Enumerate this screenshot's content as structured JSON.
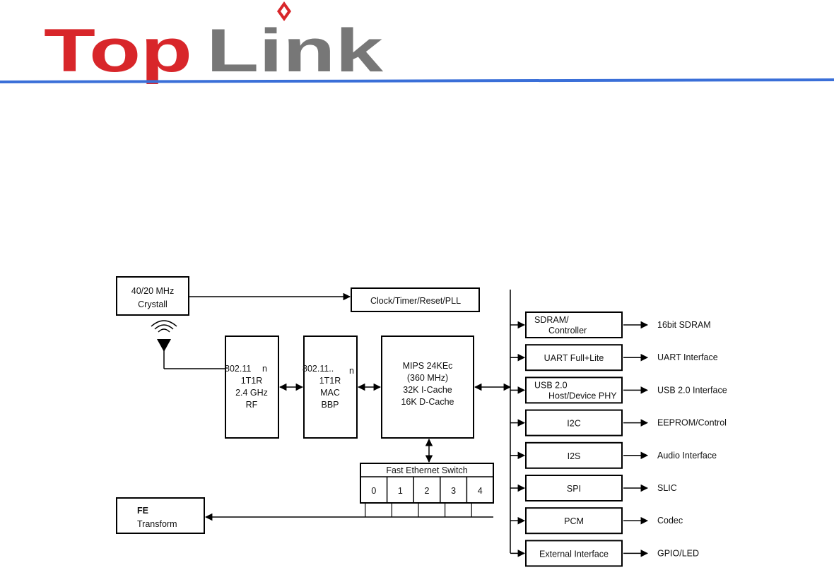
{
  "logo": {
    "word1": "Top",
    "word2": "Link",
    "color1": "#d8262a",
    "color2": "#777777",
    "rule_color": "#3a6fd8"
  },
  "blocks": {
    "crystal": [
      "40/20 MHz",
      "Crystall"
    ],
    "clock": "Clock/Timer/Reset/PLL",
    "rf": {
      "head": "802.11",
      "n": "n",
      "lines": [
        "1T1R",
        "2.4 GHz",
        "RF"
      ]
    },
    "mac": {
      "head": "802.11..",
      "n": "n",
      "lines": [
        "1T1R",
        "MAC",
        "BBP"
      ]
    },
    "cpu": [
      "MIPS 24KEc",
      "(360 MHz)",
      "32K I-Cache",
      "16K D-Cache"
    ],
    "switch": {
      "title": "Fast Ethernet Switch",
      "ports": [
        "0",
        "1",
        "2",
        "3",
        "4"
      ]
    },
    "fe": [
      "FE",
      "Transform"
    ]
  },
  "interfaces": [
    {
      "block": [
        "SDRAM/",
        "Controller"
      ],
      "output": "16bit SDRAM"
    },
    {
      "block": [
        "UART Full+Lite"
      ],
      "output": "UART Interface"
    },
    {
      "block": [
        "USB 2.0",
        "Host/Device PHY"
      ],
      "output": "USB 2.0 Interface"
    },
    {
      "block": [
        "I2C"
      ],
      "output": "EEPROM/Control"
    },
    {
      "block": [
        "I2S"
      ],
      "output": "Audio Interface"
    },
    {
      "block": [
        "SPI"
      ],
      "output": "SLIC"
    },
    {
      "block": [
        "PCM"
      ],
      "output": "Codec"
    },
    {
      "block": [
        "External Interface"
      ],
      "output": "GPIO/LED"
    }
  ]
}
